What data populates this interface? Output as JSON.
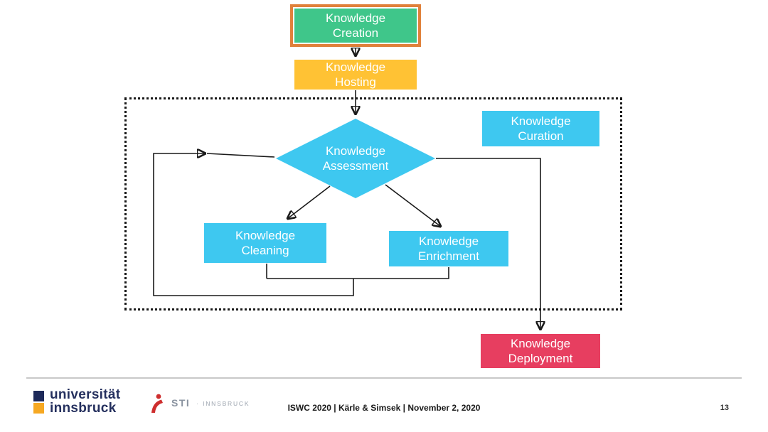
{
  "diagram": {
    "nodes": {
      "creation": {
        "line1": "Knowledge",
        "line2": "Creation",
        "fill": "#3FC68A",
        "border": "#E0813B"
      },
      "hosting": {
        "line1": "Knowledge",
        "line2": "Hosting",
        "fill": "#FFC234"
      },
      "curation": {
        "line1": "Knowledge",
        "line2": "Curation",
        "fill": "#3EC8F0"
      },
      "assessment": {
        "line1": "Knowledge",
        "line2": "Assessment",
        "fill": "#3EC8F0"
      },
      "cleaning": {
        "line1": "Knowledge",
        "line2": "Cleaning",
        "fill": "#3EC8F0"
      },
      "enrichment": {
        "line1": "Knowledge",
        "line2": "Enrichment",
        "fill": "#3EC8F0"
      },
      "deployment": {
        "line1": "Knowledge",
        "line2": "Deployment",
        "fill": "#E73E60"
      }
    },
    "boundary_style": "dotted",
    "text_color": "#ffffff",
    "arrow_color": "#1a1a1a"
  },
  "footer": {
    "university_logo": {
      "line1": "universität",
      "line2": "innsbruck",
      "square_top": "#1E2A5A",
      "square_bottom": "#F6A822"
    },
    "sti": {
      "name": "STI",
      "suffix": "· INNSBRUCK",
      "mark_color": "#CE2E2E"
    },
    "credit": "ISWC 2020 | Kärle & Simsek | November 2, 2020",
    "page_number": "13"
  }
}
